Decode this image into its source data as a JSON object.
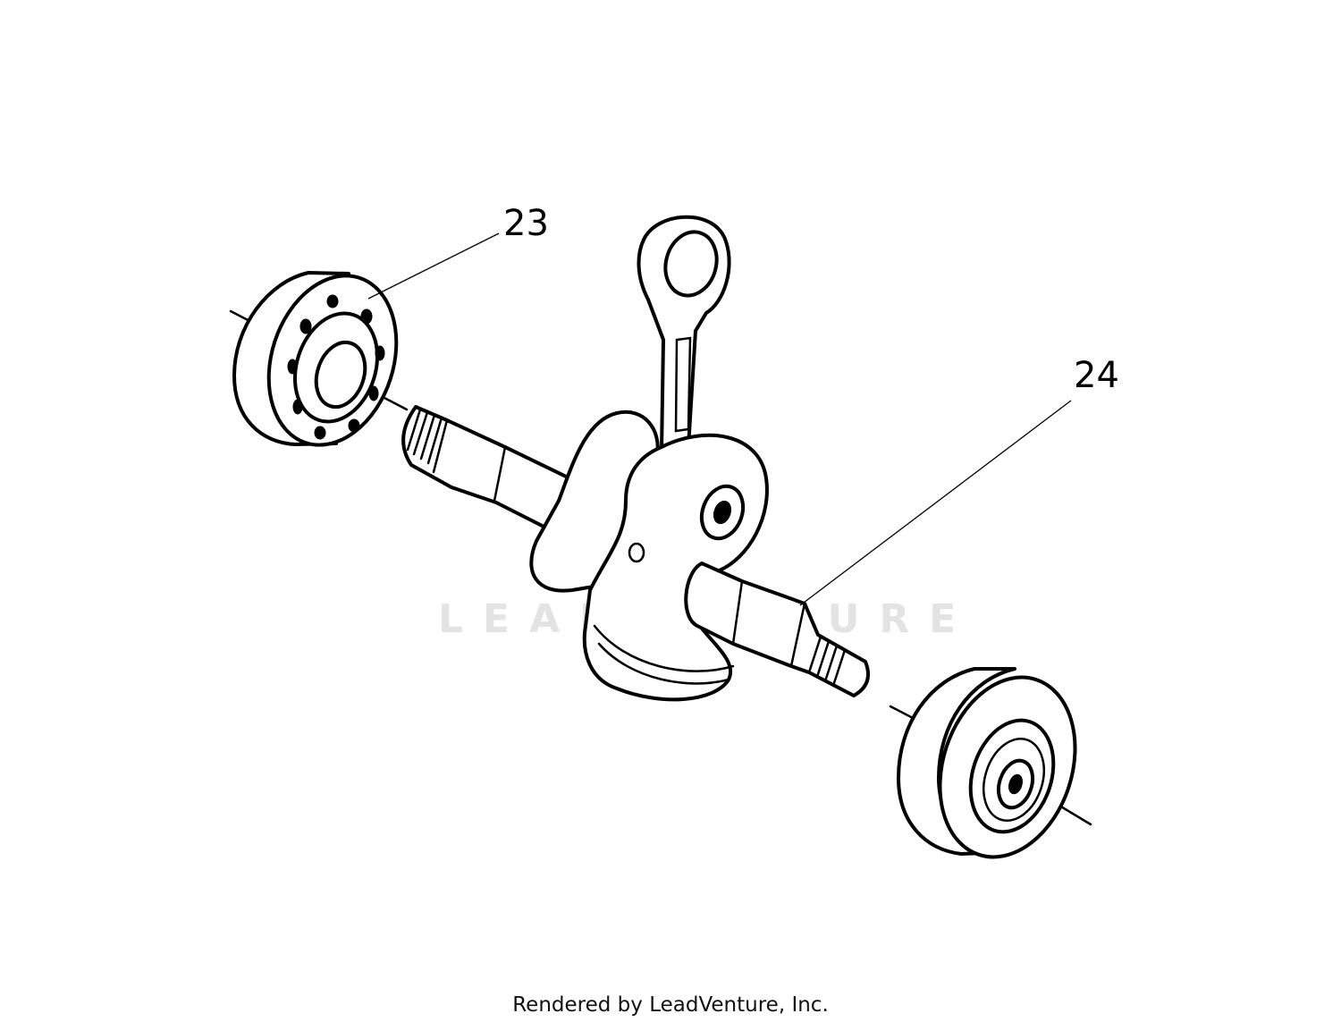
{
  "callouts": {
    "part_23": "23",
    "part_24": "24"
  },
  "watermark": {
    "text": "LEADVENTURE"
  },
  "footer": {
    "credit": "Rendered by LeadVenture, Inc."
  },
  "colors": {
    "line": "#000000",
    "background": "#ffffff",
    "watermark": "#e3e3e3"
  }
}
